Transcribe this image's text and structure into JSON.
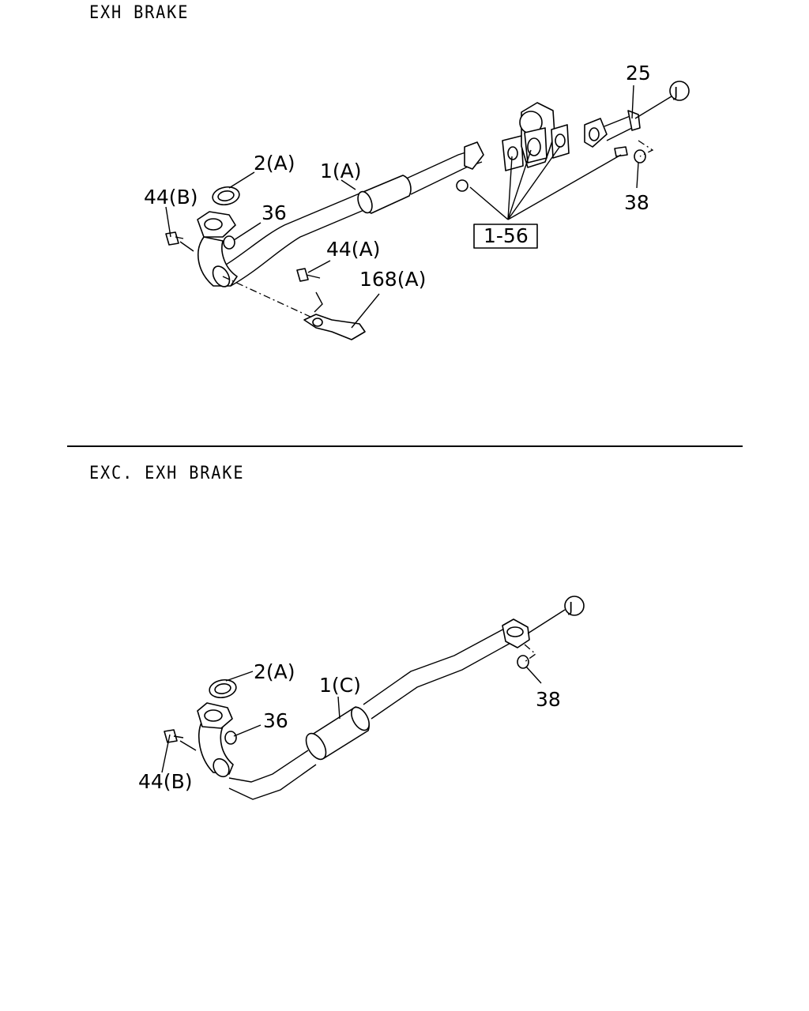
{
  "sections": {
    "top": {
      "title": "EXH  BRAKE",
      "callouts": {
        "gasket": "2(A)",
        "pipe": "1(A)",
        "bolt_b": "44(B)",
        "nut_36": "36",
        "bolt_a": "44(A)",
        "bracket": "168(A)",
        "group_ref": "1-56",
        "pipe_25": "25",
        "connector": "J",
        "nut_38": "38"
      }
    },
    "bottom": {
      "title": "EXC. EXH  BRAKE",
      "callouts": {
        "gasket": "2(A)",
        "pipe": "1(C)",
        "nut_36": "36",
        "bolt_b": "44(B)",
        "connector": "J",
        "nut_38": "38"
      }
    }
  }
}
